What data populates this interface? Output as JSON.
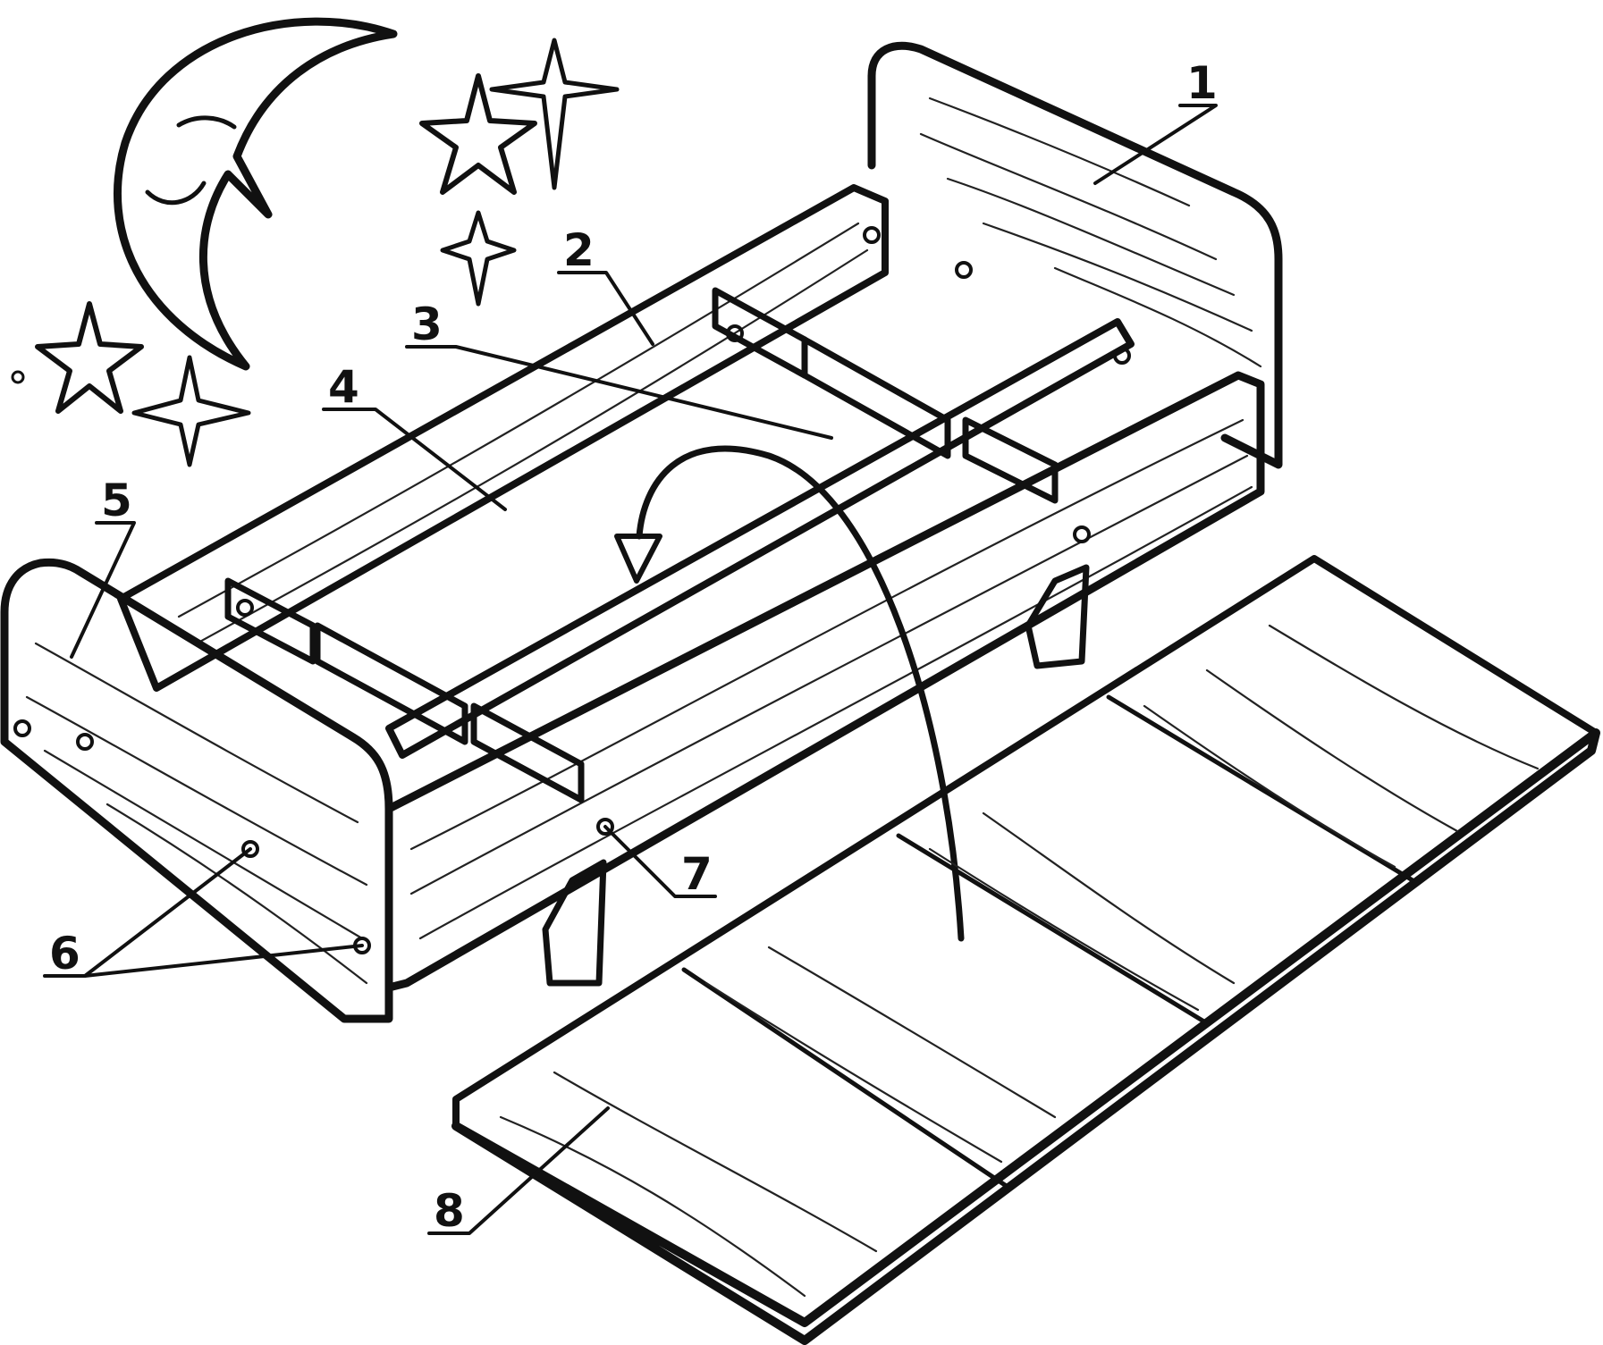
{
  "figure": {
    "callouts": [
      {
        "id": "1",
        "label": "1"
      },
      {
        "id": "2",
        "label": "2"
      },
      {
        "id": "3",
        "label": "3"
      },
      {
        "id": "4",
        "label": "4"
      },
      {
        "id": "5",
        "label": "5"
      },
      {
        "id": "6",
        "label": "6"
      },
      {
        "id": "7",
        "label": "7"
      },
      {
        "id": "8",
        "label": "8"
      }
    ],
    "colors": {
      "ink": "#111111",
      "paper": "#ffffff",
      "wood_shade": "#f4f1ea"
    }
  }
}
